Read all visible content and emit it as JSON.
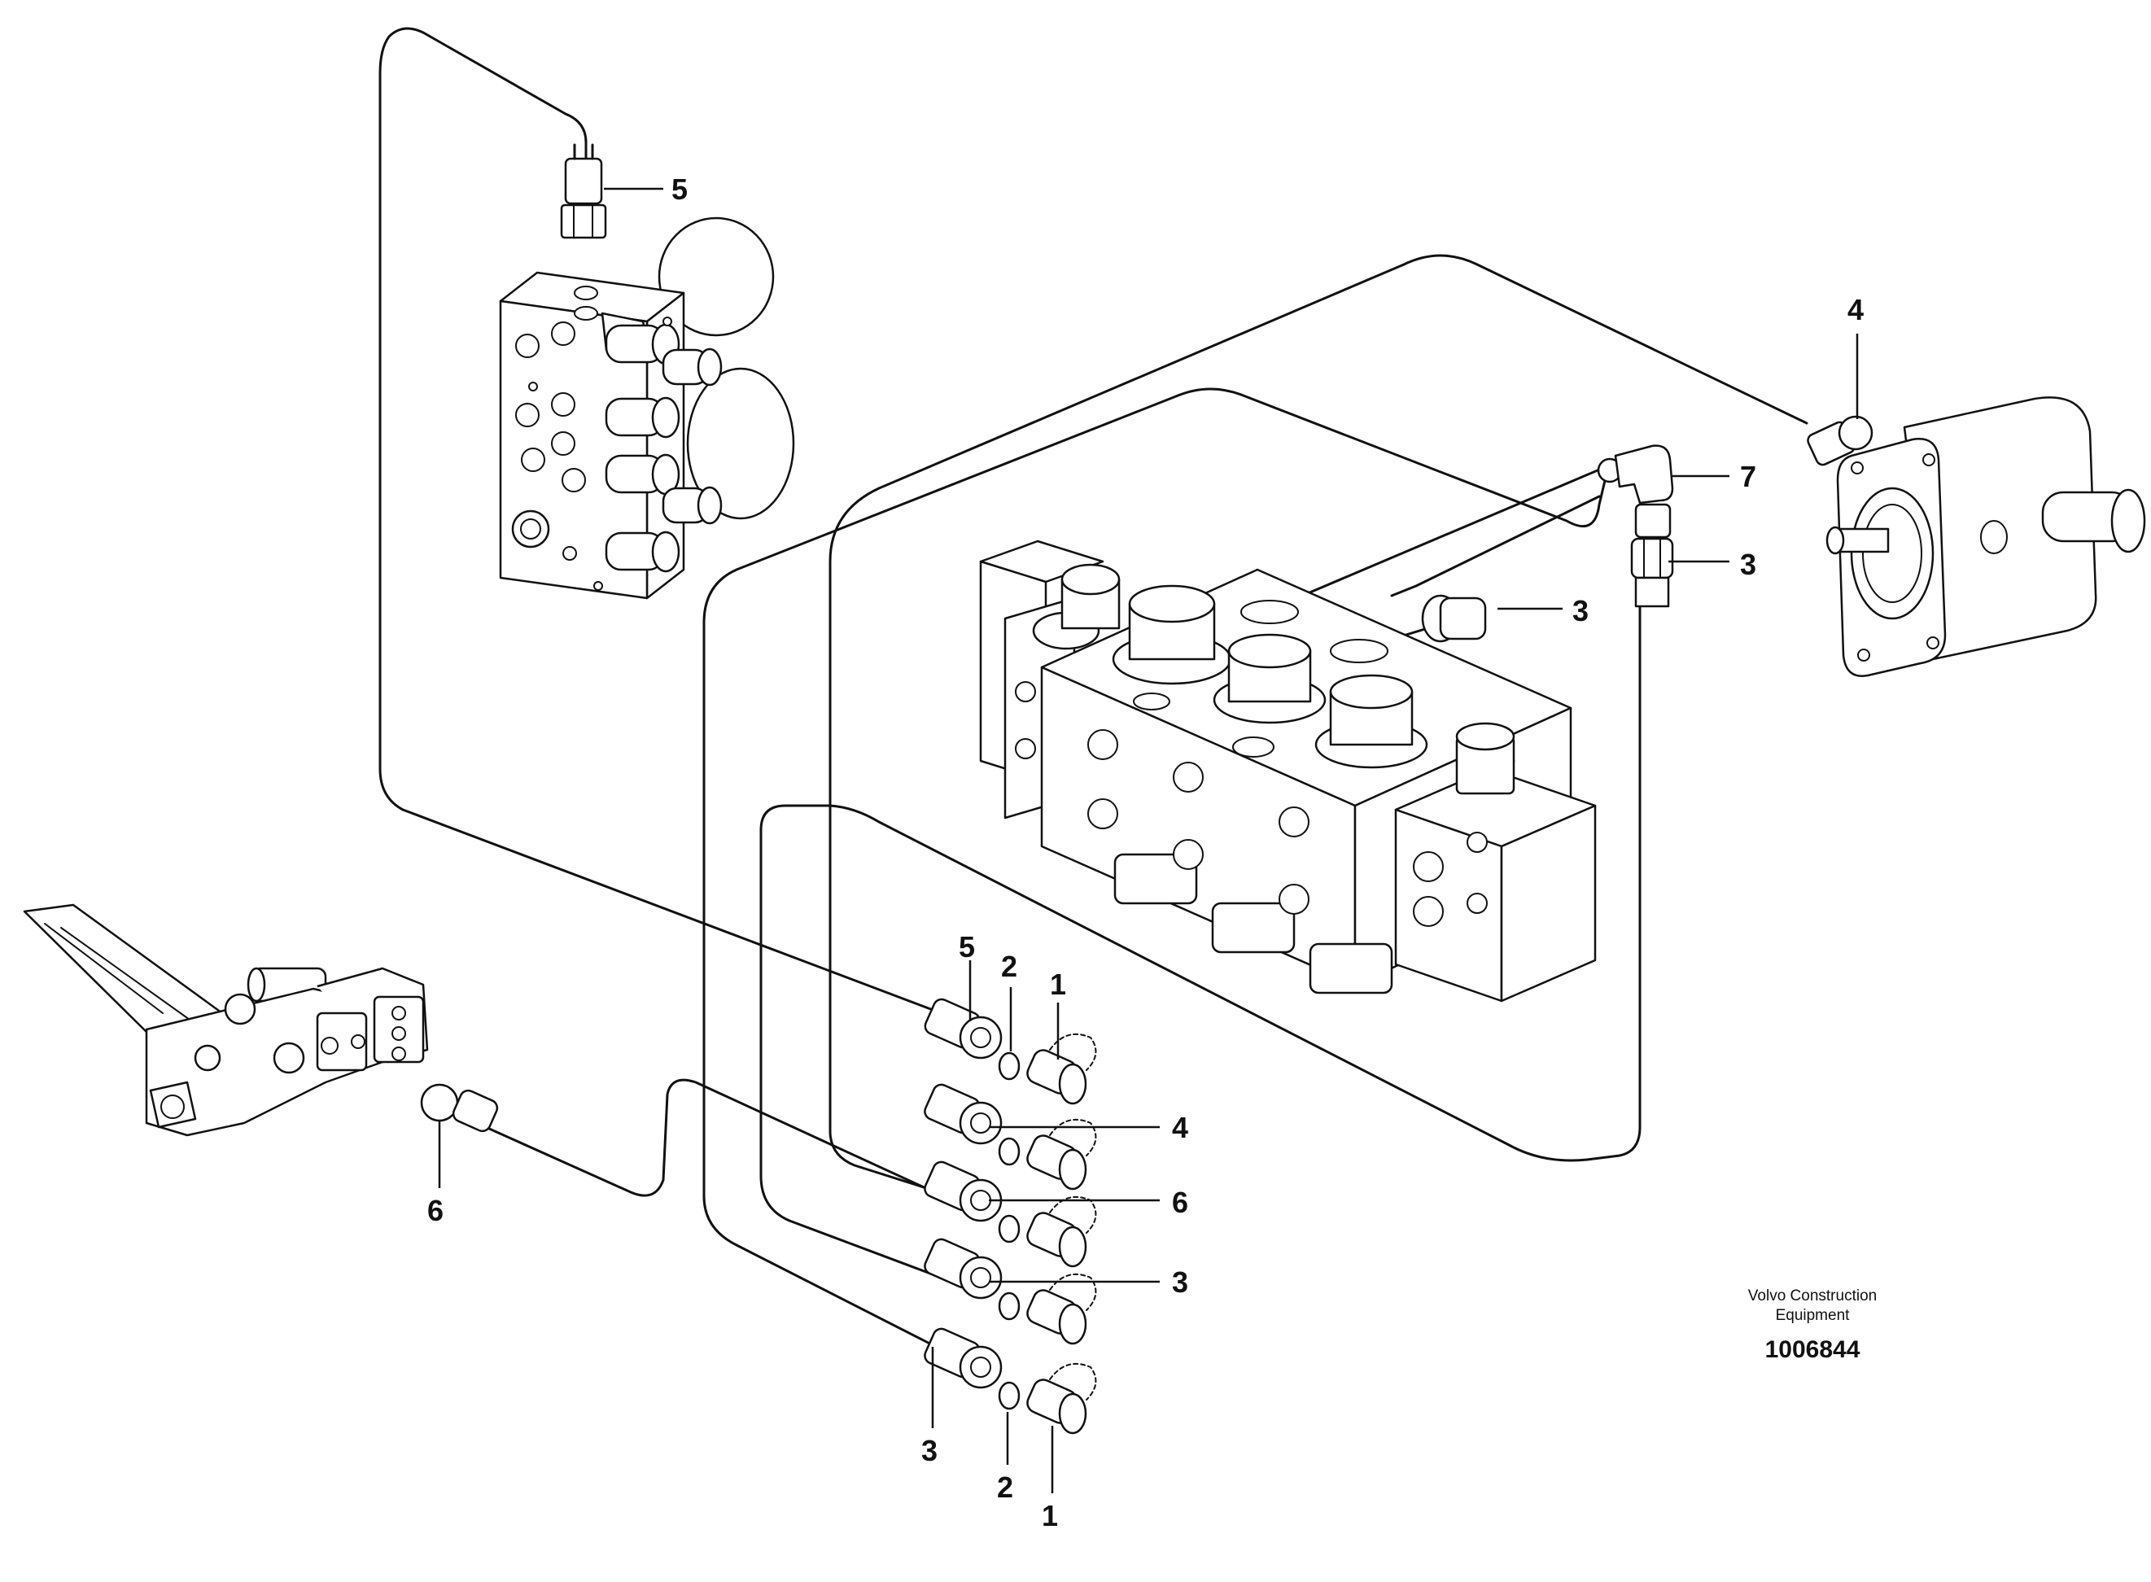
{
  "brand": {
    "line1": "Volvo Construction",
    "line2": "Equipment"
  },
  "document_number": "1006844",
  "callouts": [
    {
      "label": "5"
    },
    {
      "label": "4"
    },
    {
      "label": "7"
    },
    {
      "label": "3"
    },
    {
      "label": "3"
    },
    {
      "label": "5"
    },
    {
      "label": "2"
    },
    {
      "label": "1"
    },
    {
      "label": "4"
    },
    {
      "label": "6"
    },
    {
      "label": "6"
    },
    {
      "label": "3"
    },
    {
      "label": "3"
    },
    {
      "label": "2"
    },
    {
      "label": "1"
    }
  ]
}
